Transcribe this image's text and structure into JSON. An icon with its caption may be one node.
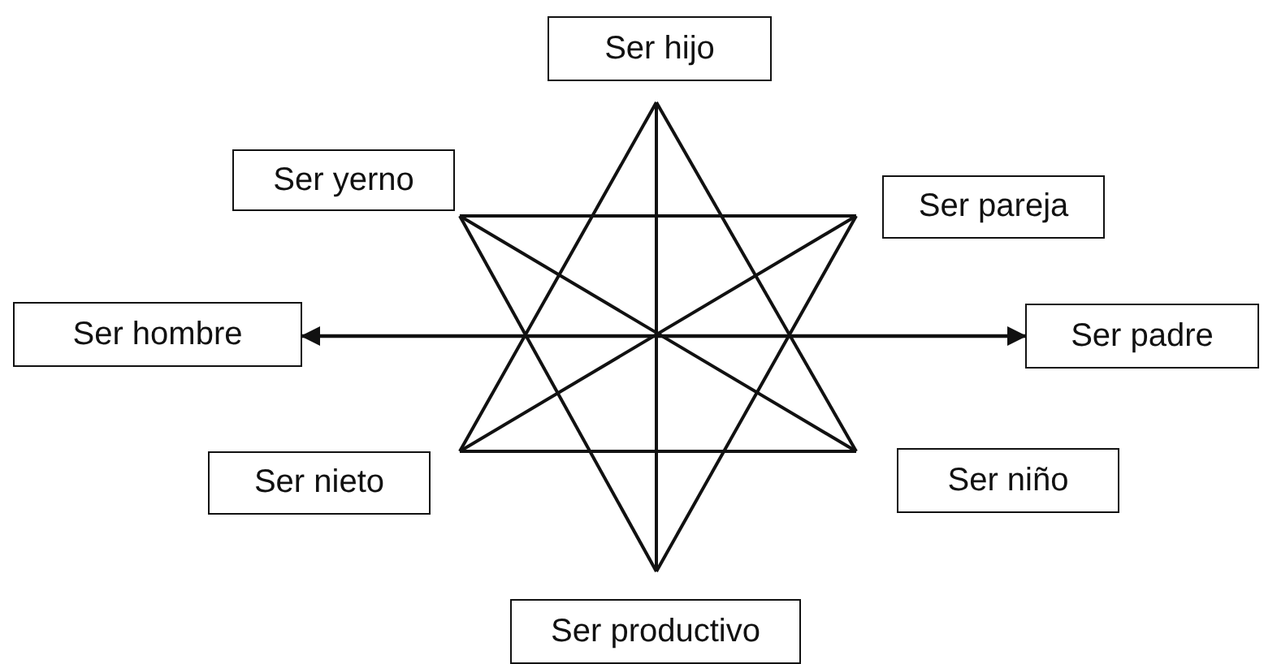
{
  "diagram": {
    "nodes": [
      {
        "text": [
          "Ser hijo"
        ]
      },
      {
        "text": [
          "Ser yerno"
        ]
      },
      {
        "text": [
          "Ser pareja"
        ]
      },
      {
        "text": [
          "Ser hombre"
        ]
      },
      {
        "text": [
          "Ser padre"
        ]
      },
      {
        "text": [
          "Ser nieto"
        ]
      },
      {
        "text": [
          "Ser niño"
        ]
      },
      {
        "text": [
          "Ser productivo"
        ]
      }
    ],
    "edges": [
      {
        "from": 3,
        "to": 4,
        "arrow": "both"
      }
    ]
  }
}
